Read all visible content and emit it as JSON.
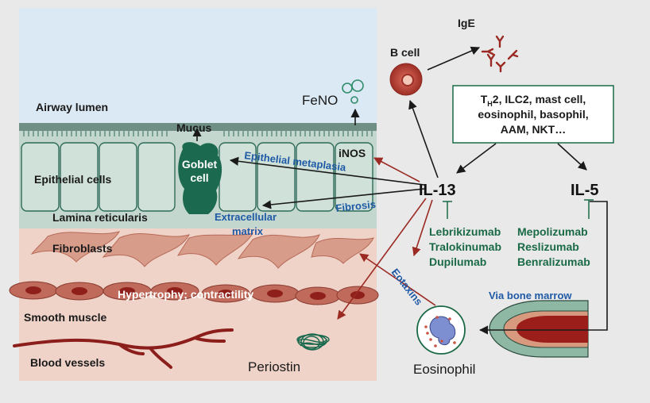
{
  "labels": {
    "airway_lumen": "Airway lumen",
    "feno": "FeNO",
    "mucus": "Mucus",
    "goblet_1": "Goblet",
    "goblet_2": "cell",
    "inos": "iNOS",
    "epithelial_cells": "Epithelial cells",
    "epithelial_metaplasia": "Epithelial metaplasia",
    "fibrosis": "Fibrosis",
    "lamina_reticularis": "Lamina reticularis",
    "extracellular_1": "Extracellular",
    "extracellular_2": "matrix",
    "fibroblasts": "Fibroblasts",
    "hypertrophy": "Hypertrophy; contractility",
    "smooth_muscle": "Smooth muscle",
    "blood_vessels": "Blood vessels",
    "periostin": "Periostin",
    "eotaxins": "Eotaxins",
    "eosinophil": "Eosinophil",
    "via_bone_marrow": "Via bone marrow",
    "b_cell": "B cell",
    "ige": "IgE",
    "il13": "IL-13",
    "il5": "IL-5"
  },
  "source_box": {
    "line1_prefix": "T",
    "line1_sub": "H",
    "line1_rest": "2, ILC2, mast cell,",
    "line2": "eosinophil, basophil,",
    "line3": "AAM, NKT…"
  },
  "il13_drugs": [
    "Lebrikizumab",
    "Tralokinumab",
    "Dupilumab"
  ],
  "il5_drugs": [
    "Mepolizumab",
    "Reslizumab",
    "Benralizumab"
  ],
  "colors": {
    "lumen": "#dbe9f4",
    "epithelium": "#c4d7cf",
    "tissue": "#efd3c8",
    "goblet": "#1b6a4f",
    "arrow_red": "#9b2a22",
    "blue_text": "#1f5aa6",
    "green_text": "#1a6a45"
  }
}
